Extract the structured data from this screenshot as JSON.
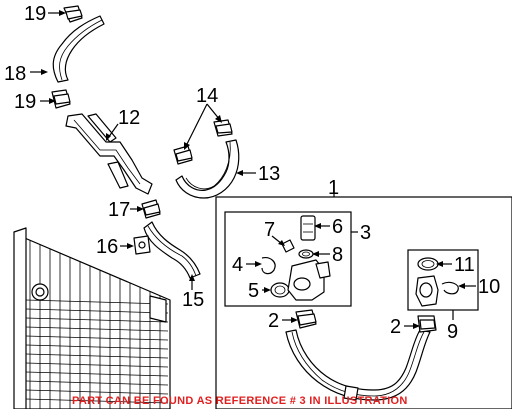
{
  "callouts": [
    {
      "id": "c19a",
      "label": "19"
    },
    {
      "id": "c18",
      "label": "18"
    },
    {
      "id": "c19b",
      "label": "19"
    },
    {
      "id": "c12",
      "label": "12"
    },
    {
      "id": "c14",
      "label": "14"
    },
    {
      "id": "c13",
      "label": "13"
    },
    {
      "id": "c1",
      "label": "1"
    },
    {
      "id": "c17",
      "label": "17"
    },
    {
      "id": "c7",
      "label": "7"
    },
    {
      "id": "c6",
      "label": "6"
    },
    {
      "id": "c3",
      "label": "3"
    },
    {
      "id": "c16",
      "label": "16"
    },
    {
      "id": "c8",
      "label": "8"
    },
    {
      "id": "c4",
      "label": "4"
    },
    {
      "id": "c11",
      "label": "11"
    },
    {
      "id": "c5",
      "label": "5"
    },
    {
      "id": "c10",
      "label": "10"
    },
    {
      "id": "c15",
      "label": "15"
    },
    {
      "id": "c2a",
      "label": "2"
    },
    {
      "id": "c2b",
      "label": "2"
    },
    {
      "id": "c9",
      "label": "9"
    }
  ],
  "caption": "PART CAN BE FOUND AS REFERENCE # 3 IN ILLUSTRATION",
  "colors": {
    "caption": "#e02020",
    "lines": "#000000",
    "background": "#ffffff"
  }
}
